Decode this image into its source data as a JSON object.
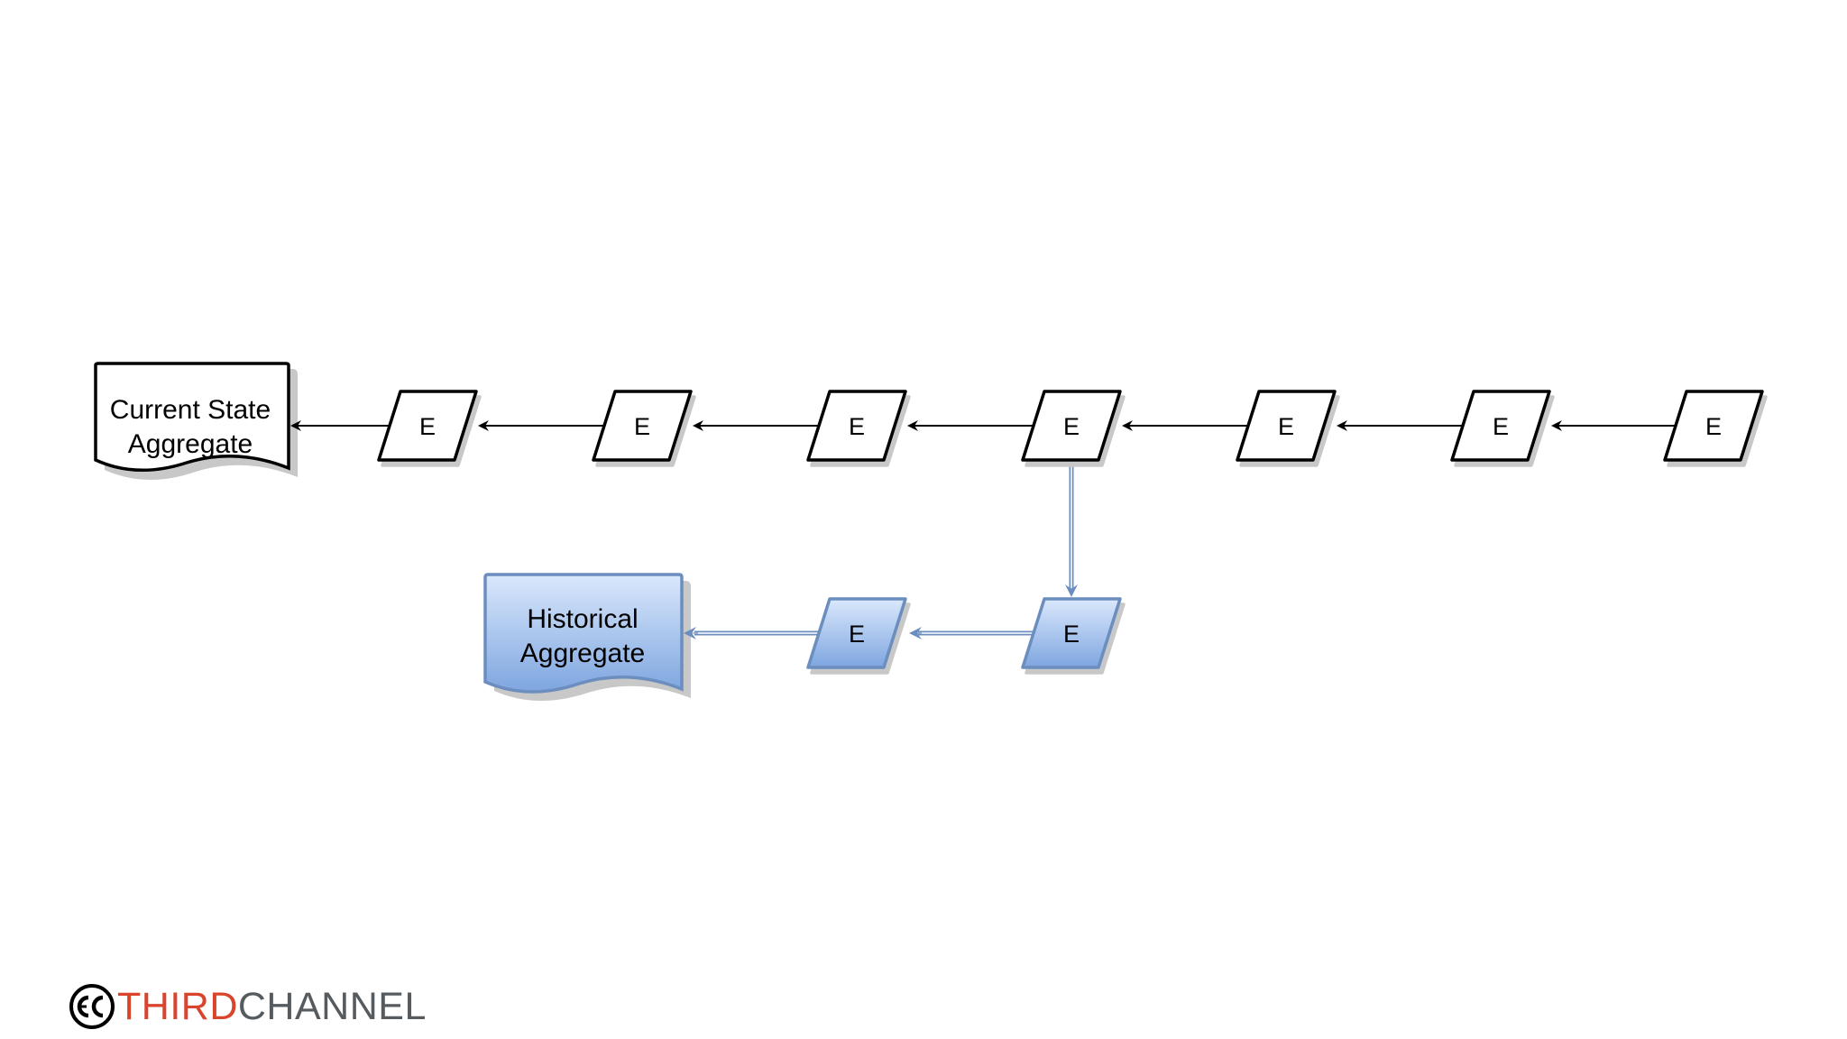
{
  "diagram": {
    "current_state": {
      "line1": "Current State",
      "line2": "Aggregate"
    },
    "historical": {
      "line1": "Historical",
      "line2": "Aggregate"
    },
    "event_label": "E",
    "main_chain_count": 7,
    "historical_chain_count": 2,
    "colors": {
      "stroke": "#000000",
      "blue_fill": "#a9c4eb",
      "blue_stroke": "#6c8ebf",
      "shadow": "#c8c8c8"
    }
  },
  "brand": {
    "word1": "THIRD",
    "word2": "CHANNEL",
    "color1": "#d9442c",
    "color2": "#555b5f"
  }
}
